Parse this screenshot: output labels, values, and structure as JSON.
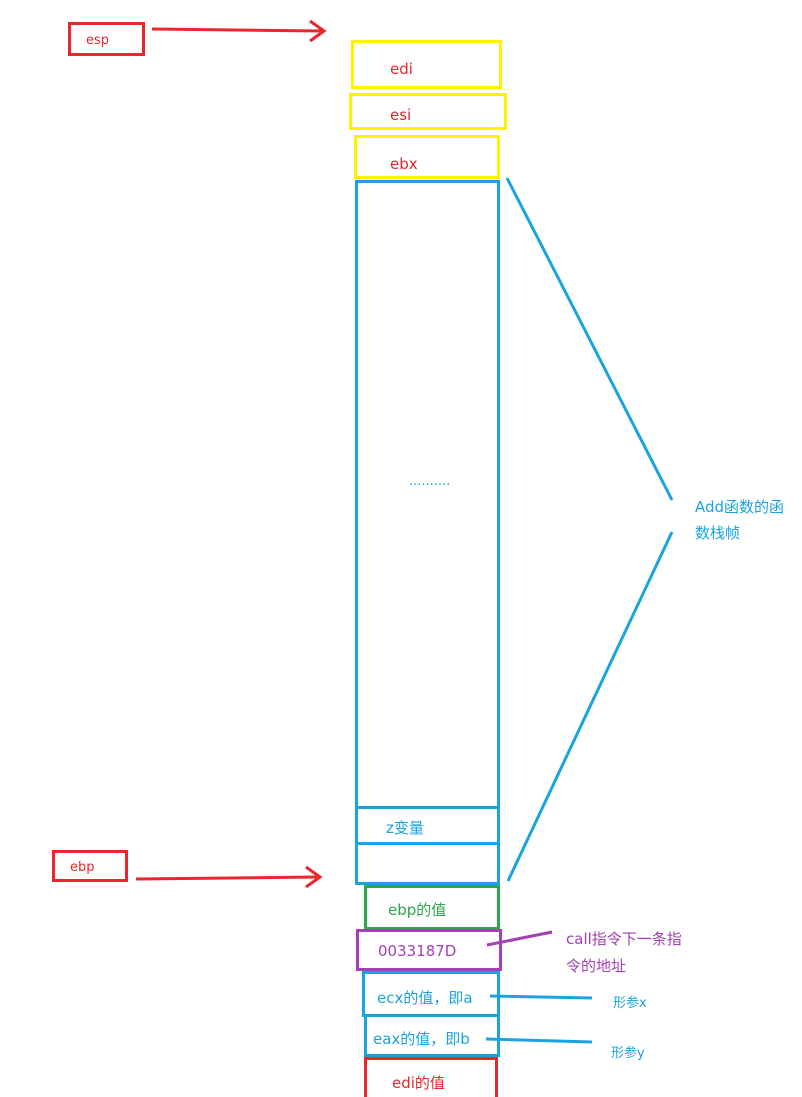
{
  "registers": {
    "esp": "esp",
    "ebp": "ebp"
  },
  "stack": {
    "edi": "edi",
    "esi": "esi",
    "ebx": "ebx",
    "dots": "..........",
    "z_var": "z变量",
    "ebp_value": "ebp的值",
    "return_addr": "0033187D",
    "ecx_value": "ecx的值，即a",
    "eax_value": "eax的值，即b",
    "cut_off": "edi的值"
  },
  "annotations": {
    "frame_line1": "Add函数的函",
    "frame_line2": "数栈帧",
    "call_line1": "call指令下一条指",
    "call_line2": "令的地址",
    "param_x": "形参x",
    "param_y": "形参y"
  },
  "colors": {
    "red": "#e8262b",
    "yellow": "#fff200",
    "blue": "#1aa3e0",
    "green": "#2aa84a",
    "purple": "#a340b3"
  }
}
